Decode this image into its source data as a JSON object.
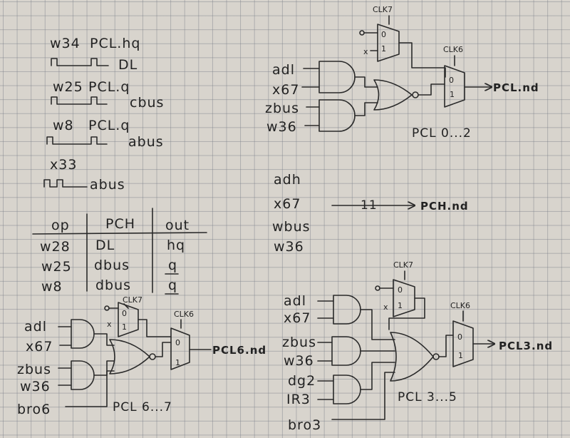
{
  "signals_left": [
    {
      "op": "w34",
      "src": "PCL.hq",
      "pulse_label": "DL"
    },
    {
      "op": "w25",
      "src": "PCL.q",
      "pulse_label": "cbus"
    },
    {
      "op": "w8",
      "src": "PCL.q",
      "pulse_label": "abus"
    },
    {
      "op": "x33",
      "src": "",
      "pulse_label": "abus"
    }
  ],
  "table": {
    "headers": [
      "op",
      "PCH",
      "out"
    ],
    "rows": [
      [
        "w28",
        "DL",
        "hq"
      ],
      [
        "w25",
        "dbus",
        "q"
      ],
      [
        "w8",
        "dbus",
        "q"
      ]
    ]
  },
  "circuit_a": {
    "inputs": [
      "adl",
      "x67",
      "zbus",
      "w36"
    ],
    "clk_mux": "CLK7",
    "clk_out": "CLK6",
    "mux_in0": "0",
    "mux_in1": "1",
    "mux_x": "x",
    "output": "PCL.nd",
    "range": "PCL 0...2"
  },
  "circuit_pch": {
    "inputs": [
      "adh",
      "x67",
      "wbus",
      "w36"
    ],
    "bus_mark": "11",
    "output": "PCH.nd"
  },
  "circuit_b": {
    "inputs": [
      "adl",
      "x67",
      "zbus",
      "w36",
      "bro6"
    ],
    "clk_mux": "CLK7",
    "clk_out": "CLK6",
    "output": "PCL6.nd",
    "range": "PCL 6...7"
  },
  "circuit_c": {
    "inputs": [
      "adl",
      "x67",
      "zbus",
      "w36",
      "dg2",
      "IR3",
      "bro3"
    ],
    "clk_mux": "CLK7",
    "clk_out": "CLK6",
    "output": "PCL3.nd",
    "range": "PCL 3...5"
  }
}
